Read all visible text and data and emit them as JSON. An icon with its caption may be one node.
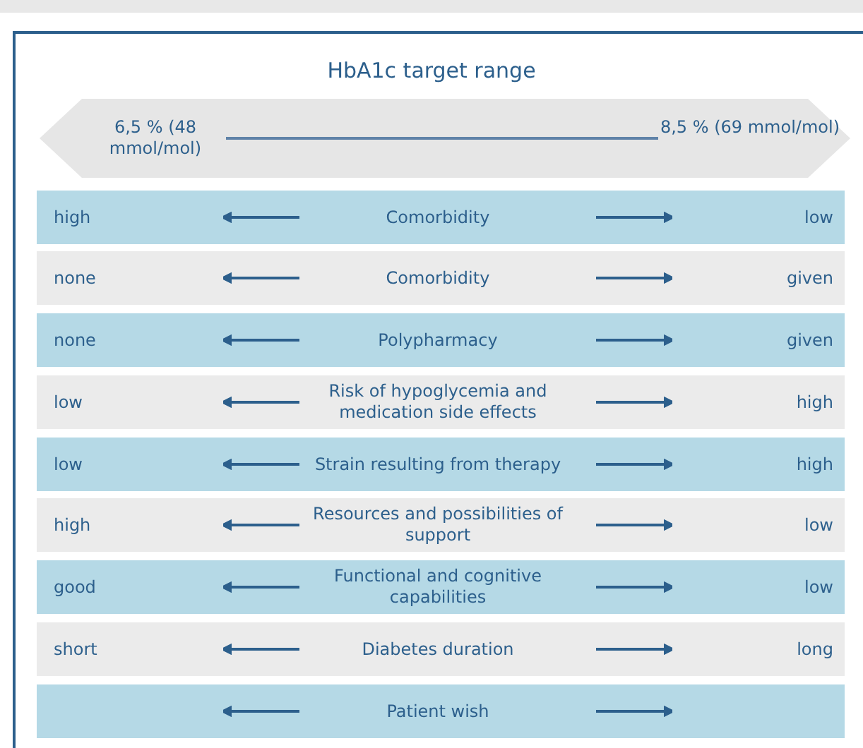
{
  "diagram": {
    "title": "HbA1c target range",
    "labels": [
      "6,5 % (48 mmol/mol)",
      "8,5 % (69 mmol/mol)",
      "high",
      "Comorbidity",
      "low",
      "none",
      "Comorbidity",
      "given",
      "none",
      "Polypharmacy",
      "given",
      "low",
      "Risk of hypoglycemia and medication side effects",
      "high",
      "low",
      "Strain resulting from therapy",
      "high",
      "high",
      "Resources and possibilities of support",
      "low",
      "good",
      "Functional and cognitive capabilities",
      "low",
      "short",
      "Diabetes duration",
      "long",
      "Patient wish"
    ]
  }
}
